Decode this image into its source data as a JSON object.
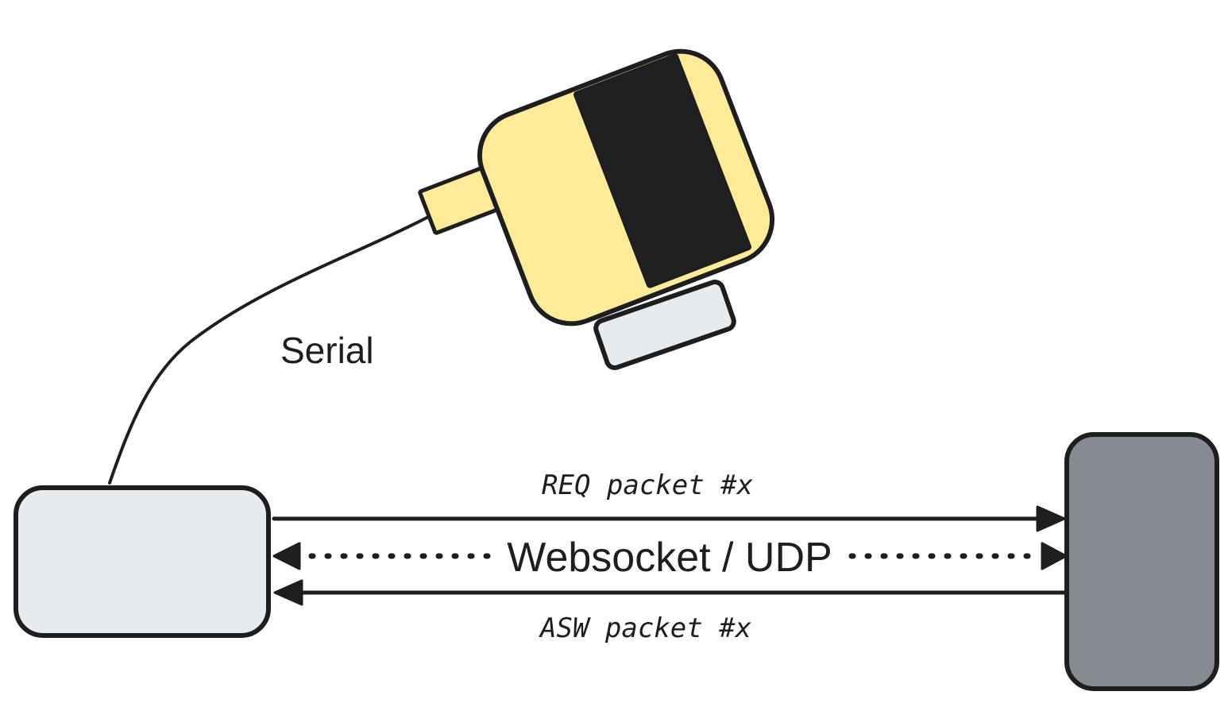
{
  "labels": {
    "serial": "Serial",
    "req": "REQ packet #x",
    "asw": "ASW packet #x",
    "channel": "Websocket / UDP"
  },
  "colors": {
    "stroke": "#1e1e1e",
    "device_body": "#fdeb9a",
    "device_screen": "#202020",
    "device_base": "#e8ebee",
    "client_box": "#e8ebee",
    "server_box": "#868b92"
  }
}
